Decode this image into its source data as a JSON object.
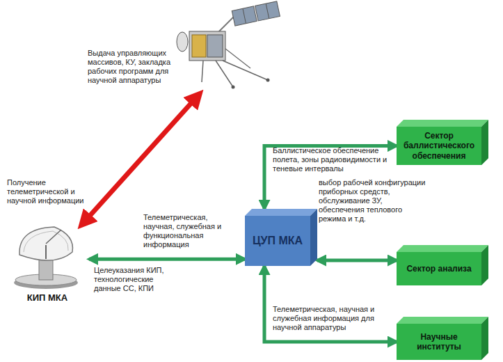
{
  "diagram": {
    "nodes": [
      {
        "text": [
          "ЦУП МКА"
        ]
      },
      {
        "text": [
          "Сектор баллистического обеспечения"
        ]
      },
      {
        "text": [
          "Сектор анализа"
        ]
      },
      {
        "text": [
          "Научные институты"
        ]
      },
      {
        "text": [
          "КИП МКА"
        ]
      }
    ],
    "edges": [
      {
        "from": 4,
        "to": 0,
        "arrow": "both"
      },
      {
        "from": 0,
        "to": 1,
        "label": "Баллистическое обеспечение полета, зоны радиовидимости и теневые интервалы",
        "arrow": "both"
      },
      {
        "from": 0,
        "to": 2,
        "label": "выбор рабочей конфигурации приборных средств, обслуживание ЗУ, обеспечения теплового режима и т.д.",
        "arrow": "both"
      },
      {
        "from": 0,
        "to": 3,
        "label": "Телеметрическая, научная и служебная информация для научной аппаратуры",
        "arrow": "both"
      }
    ],
    "labels": [
      "Выдача управляющих массивов, КУ, закладка рабочих программ для научной аппаратуры",
      "Получение телеметрической и научной информации",
      "Телеметрическая, научная, служебная и функциональная информация",
      "Целеуказания КИП, технологические данные СС, КПИ"
    ]
  }
}
